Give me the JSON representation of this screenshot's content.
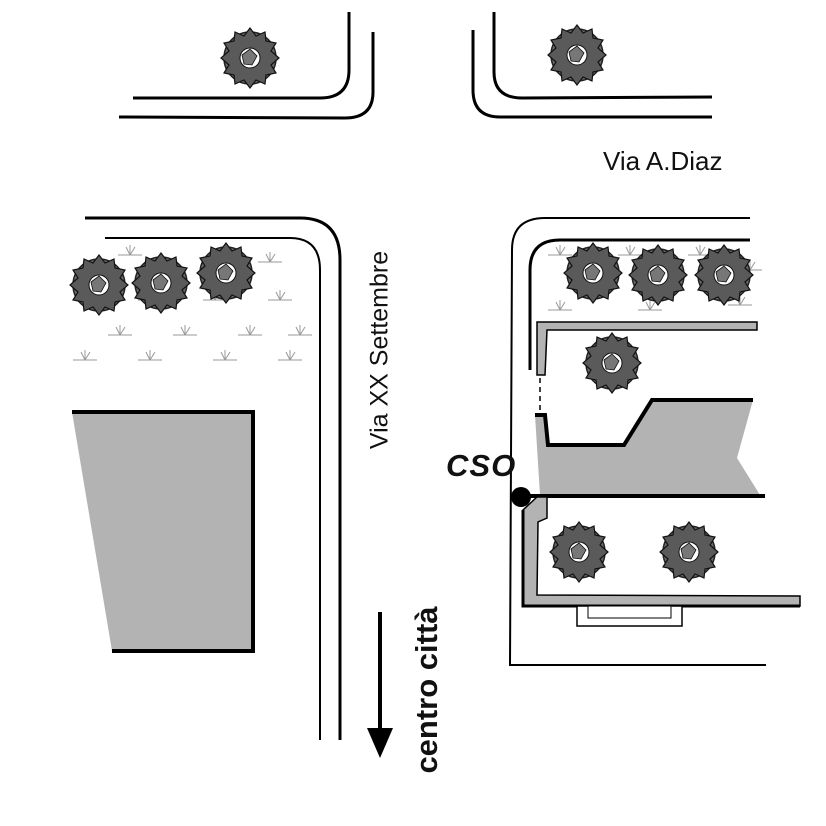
{
  "map": {
    "streets": {
      "horizontal_name": "Via A.Diaz",
      "vertical_name": "Via XX Settembre"
    },
    "direction_label": "centro città",
    "marker": {
      "label": "CSO",
      "icon": "point-marker-icon"
    },
    "colors": {
      "building_fill": "#b3b3b3",
      "road_edge": "#000000",
      "tree": "#5a5a5a",
      "background": "#ffffff"
    }
  }
}
